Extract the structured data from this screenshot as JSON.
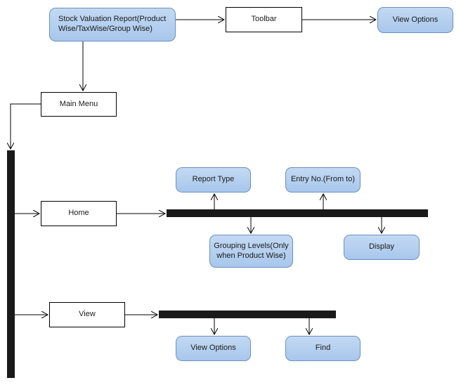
{
  "diagram": {
    "nodes": {
      "stock_valuation_report": "Stock Valuation Report(Product Wise/TaxWise/Group Wise)",
      "toolbar": "Toolbar",
      "view_options_top": "View Options",
      "main_menu": "Main Menu",
      "home": "Home",
      "report_type": "Report Type",
      "entry_no": "Entry No.(From to)",
      "grouping_levels": "Grouping Levels(Only when Product Wise)",
      "display": "Display",
      "view": "View",
      "view_options_bottom": "View Options",
      "find": "Find"
    },
    "colors": {
      "rounded_node_fill": "#b4cff0",
      "rounded_node_border": "#6b8fbf",
      "bar": "#1a1a1a",
      "line": "#000000"
    }
  }
}
